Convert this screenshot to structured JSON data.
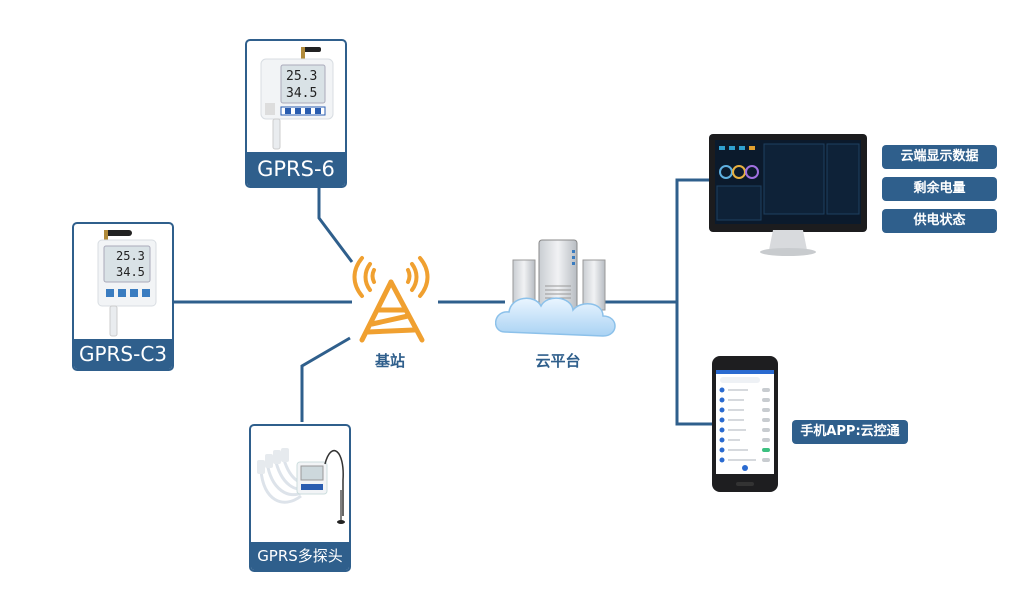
{
  "diagram": {
    "title": "",
    "colors": {
      "line": "#2f5f8c",
      "label_bg": "#2f5f8c",
      "tower": "#f0a030",
      "cloud": "#b9dcf6",
      "screen_bg": "#0b1a2c"
    },
    "devices": [
      {
        "id": "gprs-6",
        "label": "GPRS-6",
        "lcd_top": "25.3",
        "lcd_bottom": "34.5"
      },
      {
        "id": "gprs-c3",
        "label": "GPRS-C3",
        "lcd_top": "25.3",
        "lcd_bottom": "34.5"
      },
      {
        "id": "gprs-multi",
        "label": "GPRS多探头"
      }
    ],
    "hub": {
      "label": "基站",
      "icon": "cell-tower-icon"
    },
    "cloud": {
      "label": "云平台",
      "icon": "cloud-server-icon"
    },
    "outputs": {
      "monitor": {
        "icon": "monitor-icon",
        "tags": [
          "云端显示数据",
          "剩余电量",
          "供电状态"
        ]
      },
      "phone": {
        "icon": "smartphone-icon",
        "tag": "手机APP:云控通"
      }
    },
    "edges": [
      {
        "from": "GPRS-6",
        "to": "基站"
      },
      {
        "from": "GPRS-C3",
        "to": "基站"
      },
      {
        "from": "GPRS多探头",
        "to": "基站"
      },
      {
        "from": "基站",
        "to": "云平台"
      },
      {
        "from": "云平台",
        "to": "云端显示数据"
      },
      {
        "from": "云平台",
        "to": "手机APP:云控通"
      }
    ]
  }
}
